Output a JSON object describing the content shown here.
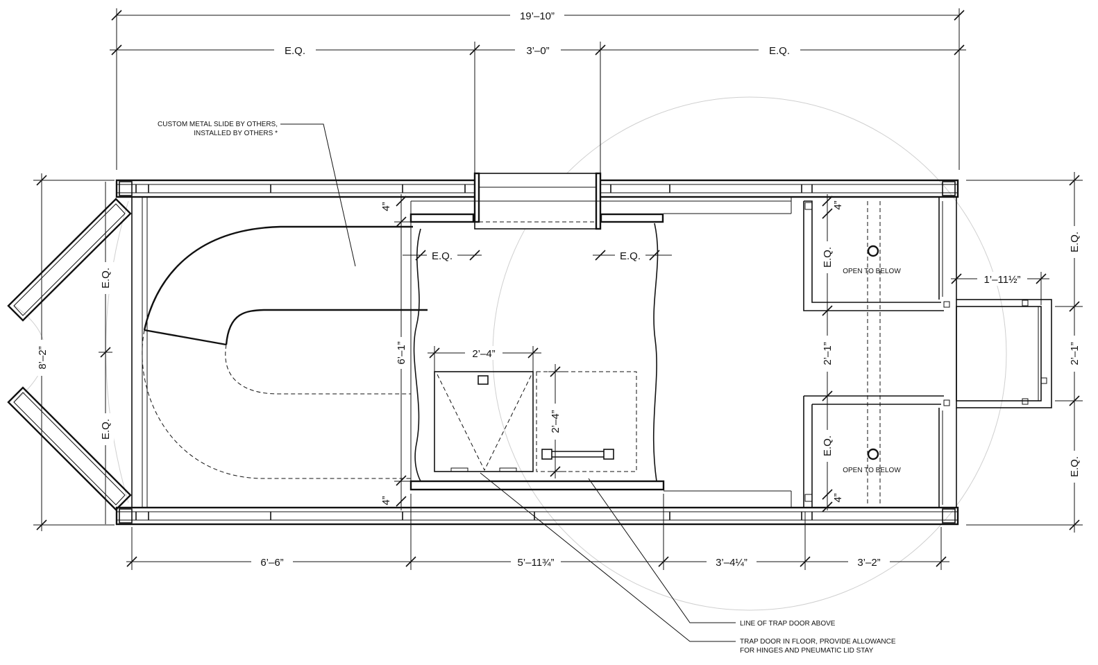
{
  "dimensions": {
    "overall_width": "19’–10”",
    "eq_top_left": "E.Q.",
    "door_width_top": "3’–0”",
    "eq_top_right": "E.Q.",
    "eq_inner_left": "E.Q.",
    "eq_inner_right": "E.Q.",
    "clear_top": "4”",
    "clear_bottom": "4”",
    "clear_top_right": "4”",
    "clear_bottom_right": "4”",
    "eq_left_upper": "E.Q.",
    "eq_left_lower": "E.Q.",
    "overall_depth": "8’–2”",
    "inner_depth": "6’–1”",
    "hatch_width": "2’–4”",
    "hatch_depth": "2’–4”",
    "stair_eq_upper": "E.Q.",
    "stair_width": "2’–1”",
    "stair_eq_lower": "E.Q.",
    "right_eq_upper": "E.Q.",
    "right_width": "2’–1”",
    "right_eq_lower": "E.Q.",
    "ladder_projection": "1’–11½”",
    "bottom_seg_1": "6’–6”",
    "bottom_seg_2": "5’–11¾”",
    "bottom_seg_3": "3’–4¼”",
    "bottom_seg_4": "3’–2”"
  },
  "notes": {
    "slide_line1": "CUSTOM METAL SLIDE BY OTHERS,",
    "slide_line2": "INSTALLED BY OTHERS *",
    "open_upper": "OPEN TO BELOW",
    "open_lower": "OPEN TO BELOW",
    "trap_above": "LINE OF TRAP DOOR ABOVE",
    "trap_floor_line1": "TRAP DOOR IN FLOOR, PROVIDE ALLOWANCE",
    "trap_floor_line2": "FOR HINGES AND PNEUMATIC LID STAY"
  }
}
